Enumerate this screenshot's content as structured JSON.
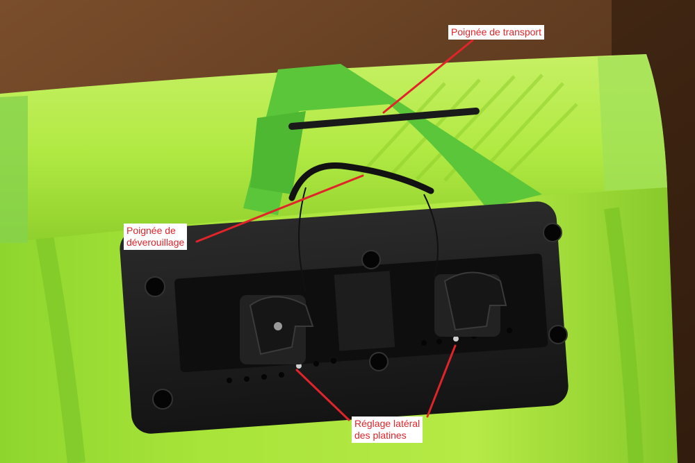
{
  "photo": {
    "subject": "green-pannier-bag-rear-mounting-plate",
    "colors": {
      "background": "#6b4326",
      "bag": "#a9e63a",
      "bag_strap": "#5cc83a",
      "plate": "#1e1e1e",
      "label_text": "#e0242a",
      "leader_line": "#e0242a"
    }
  },
  "annotations": {
    "carry_handle": {
      "text": "Poignée de transport"
    },
    "release_handle": {
      "line1": "Poignée de",
      "line2": "déverouillage"
    },
    "lateral_adjust": {
      "line1": "Réglage latéral",
      "line2": "des platines"
    }
  }
}
